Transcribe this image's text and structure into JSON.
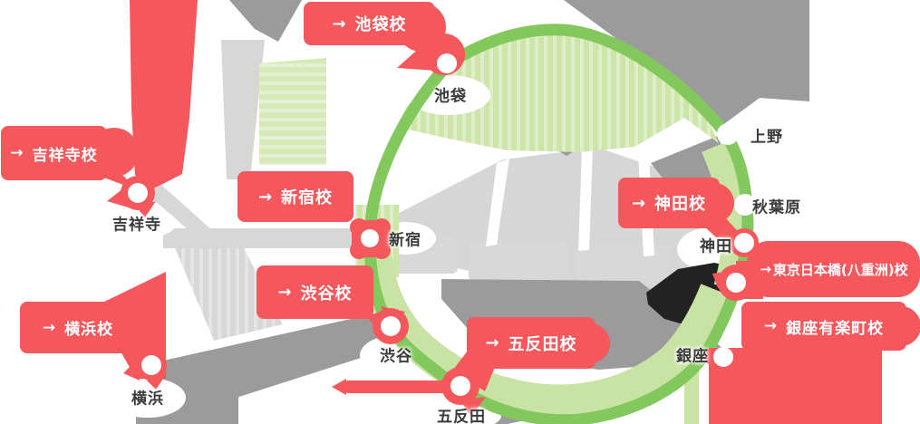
{
  "arrow": "→",
  "stations": [
    {
      "name": "池袋"
    },
    {
      "name": "吉祥寺"
    },
    {
      "name": "新宿"
    },
    {
      "name": "渋谷"
    },
    {
      "name": "五反田"
    },
    {
      "name": "横浜"
    },
    {
      "name": "銀座"
    },
    {
      "name": "神田"
    },
    {
      "name": "秋葉原"
    },
    {
      "name": "上野"
    }
  ],
  "schools": [
    {
      "name": "池袋校"
    },
    {
      "name": "吉祥寺校"
    },
    {
      "name": "新宿校"
    },
    {
      "name": "神田校"
    },
    {
      "name": "東京日本橋(八重洲)校"
    },
    {
      "name": "銀座有楽町校"
    },
    {
      "name": "渋谷校"
    },
    {
      "name": "五反田校"
    },
    {
      "name": "横浜校"
    }
  ],
  "colors": {
    "accent_red": "#F4585C",
    "loop_line_green": "#83C85D",
    "light_green": "#CDE5A9",
    "rail_dark_gray": "#9B9B9B",
    "rail_light_gray": "#D7D7D7",
    "palace_black": "#222222",
    "station_text": "#3B3B3B"
  }
}
